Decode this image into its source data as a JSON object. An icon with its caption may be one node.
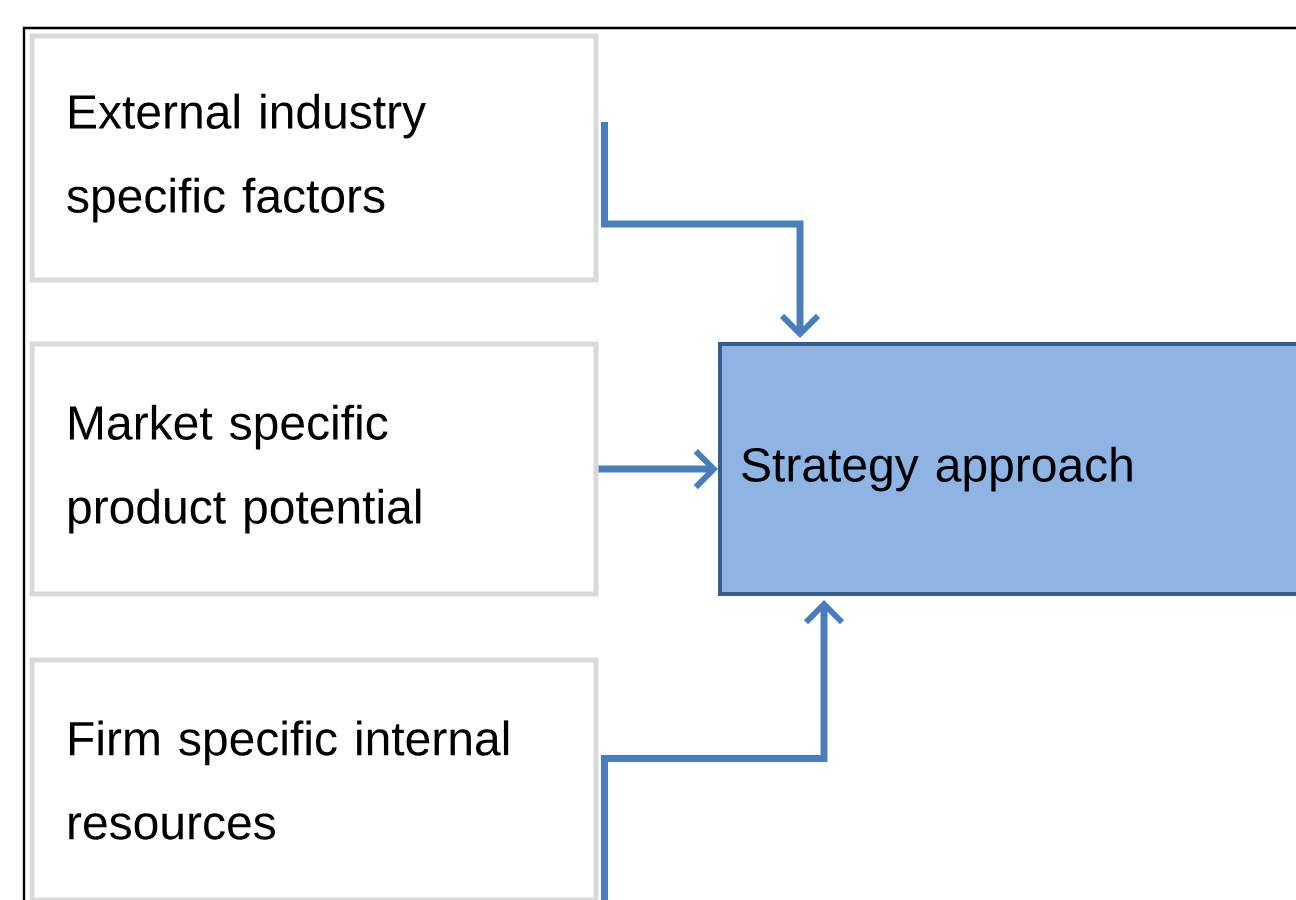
{
  "diagram": {
    "nodes": [
      {
        "text": [
          "External industry specific factors"
        ]
      },
      {
        "text": [
          "Market specific product potential"
        ]
      },
      {
        "text": [
          "Firm specific internal resources"
        ]
      },
      {
        "text": [
          "Strategy approach"
        ]
      }
    ],
    "edges": [
      {
        "from": 0,
        "to": 3,
        "arrow": "to"
      },
      {
        "from": 1,
        "to": 3,
        "arrow": "to"
      },
      {
        "from": 2,
        "to": 3,
        "arrow": "to"
      }
    ]
  }
}
